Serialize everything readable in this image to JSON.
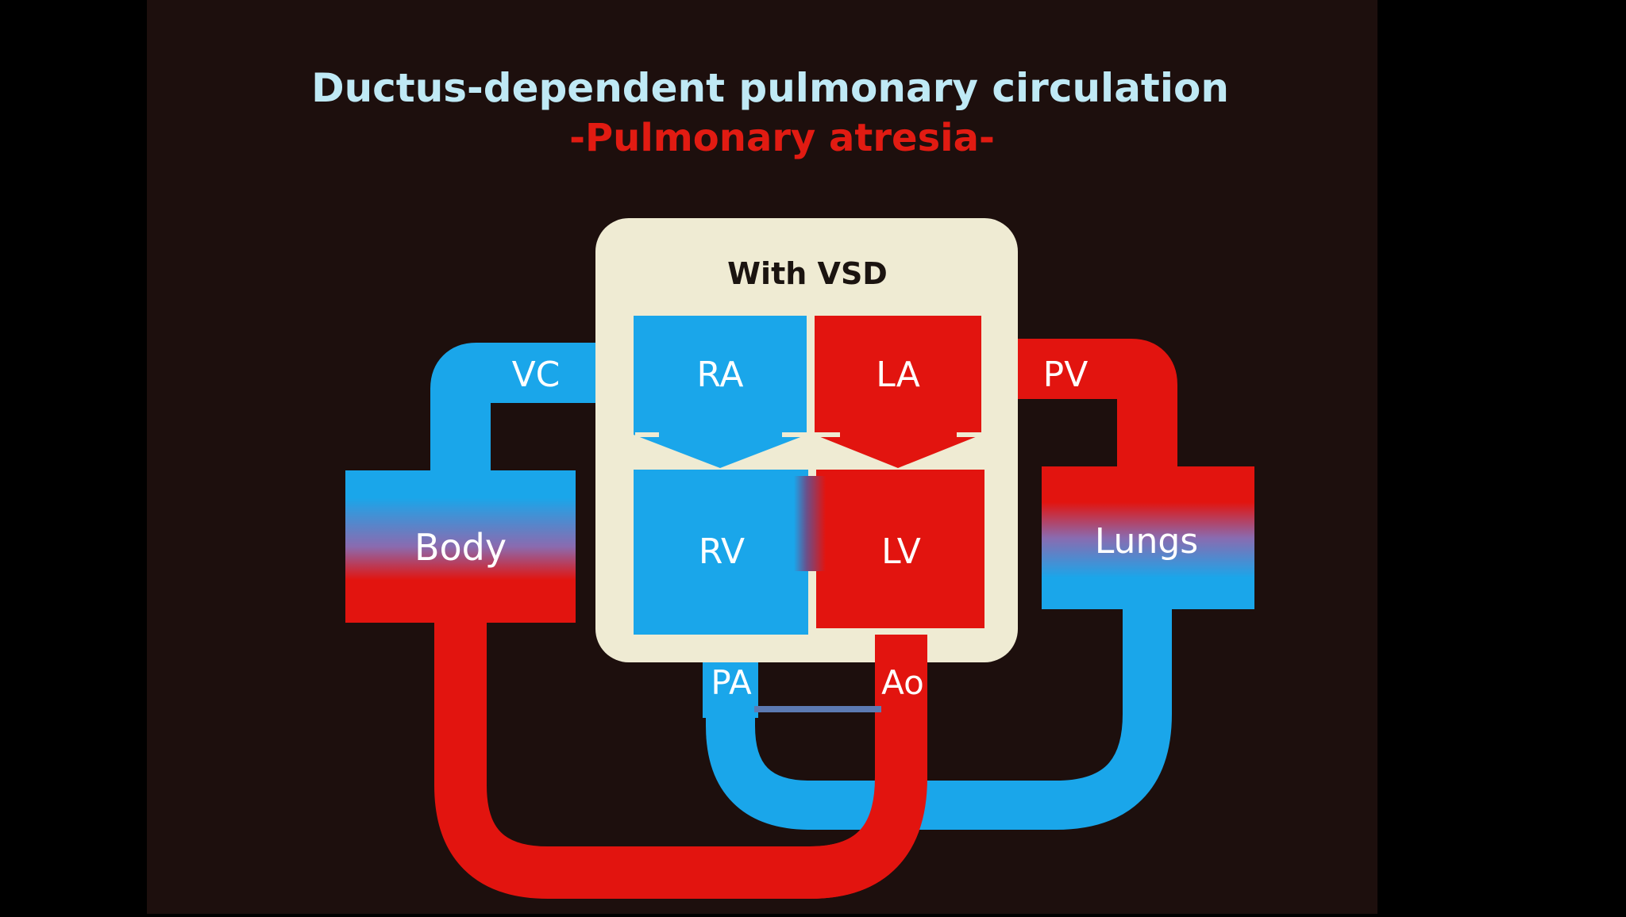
{
  "slide": {
    "title": "Ductus-dependent pulmonary circulation",
    "subtitle": "-Pulmonary atresia-"
  },
  "diagram": {
    "panel_label": "With VSD",
    "labels": {
      "ra": "RA",
      "la": "LA",
      "rv": "RV",
      "lv": "LV",
      "vc": "VC",
      "pv": "PV",
      "pa": "PA",
      "ao": "Ao",
      "body": "Body",
      "lungs": "Lungs"
    }
  },
  "colors": {
    "background": "#000000",
    "slide": "#1d0f0d",
    "panel": "#efebd3",
    "deoxygenated_blue": "#1aa6ea",
    "oxygenated_red": "#e2140f",
    "title_text": "#bfe9f5",
    "subtitle_text": "#e11b12"
  }
}
